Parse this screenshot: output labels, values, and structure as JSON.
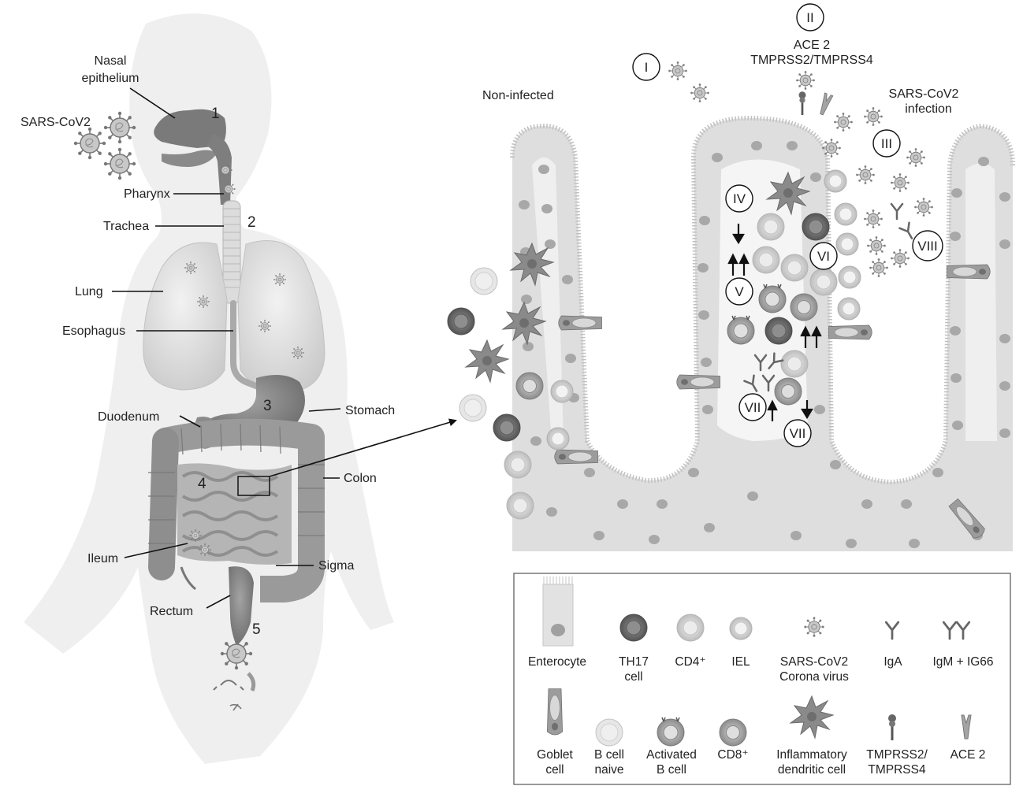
{
  "anatomy": {
    "virus_label": "SARS-CoV2",
    "nasal_line1": "Nasal",
    "nasal_line2": "epithelium",
    "pharynx": "Pharynx",
    "trachea": "Trachea",
    "lung": "Lung",
    "esophagus": "Esophagus",
    "duodenum": "Duodenum",
    "stomach": "Stomach",
    "colon": "Colon",
    "ileum": "Ileum",
    "sigma": "Sigma",
    "rectum": "Rectum",
    "numbers": [
      "1",
      "2",
      "3",
      "4",
      "5"
    ]
  },
  "villi": {
    "non_infected": "Non-infected",
    "infection_line1": "SARS-CoV2",
    "infection_line2": "infection",
    "receptor_line1": "ACE 2",
    "receptor_line2": "TMPRSS2/TMPRSS4",
    "steps": [
      "I",
      "II",
      "III",
      "IV",
      "V",
      "VI",
      "VII",
      "VII",
      "VIII"
    ]
  },
  "legend": {
    "enterocyte": "Enterocyte",
    "th17_1": "TH17",
    "th17_2": "cell",
    "cd4": "CD4⁺",
    "iel": "IEL",
    "virus_1": "SARS-CoV2",
    "virus_2": "Corona virus",
    "iga": "IgA",
    "igm": "IgM + IG66",
    "goblet_1": "Goblet",
    "goblet_2": "cell",
    "bnaive_1": "B cell",
    "bnaive_2": "naive",
    "bact_1": "Activated",
    "bact_2": "B cell",
    "cd8": "CD8⁺",
    "dc_1": "Inflammatory",
    "dc_2": "dendritic cell",
    "tmprss_1": "TMPRSS2/",
    "tmprss_2": "TMPRSS4",
    "ace2": "ACE 2"
  }
}
